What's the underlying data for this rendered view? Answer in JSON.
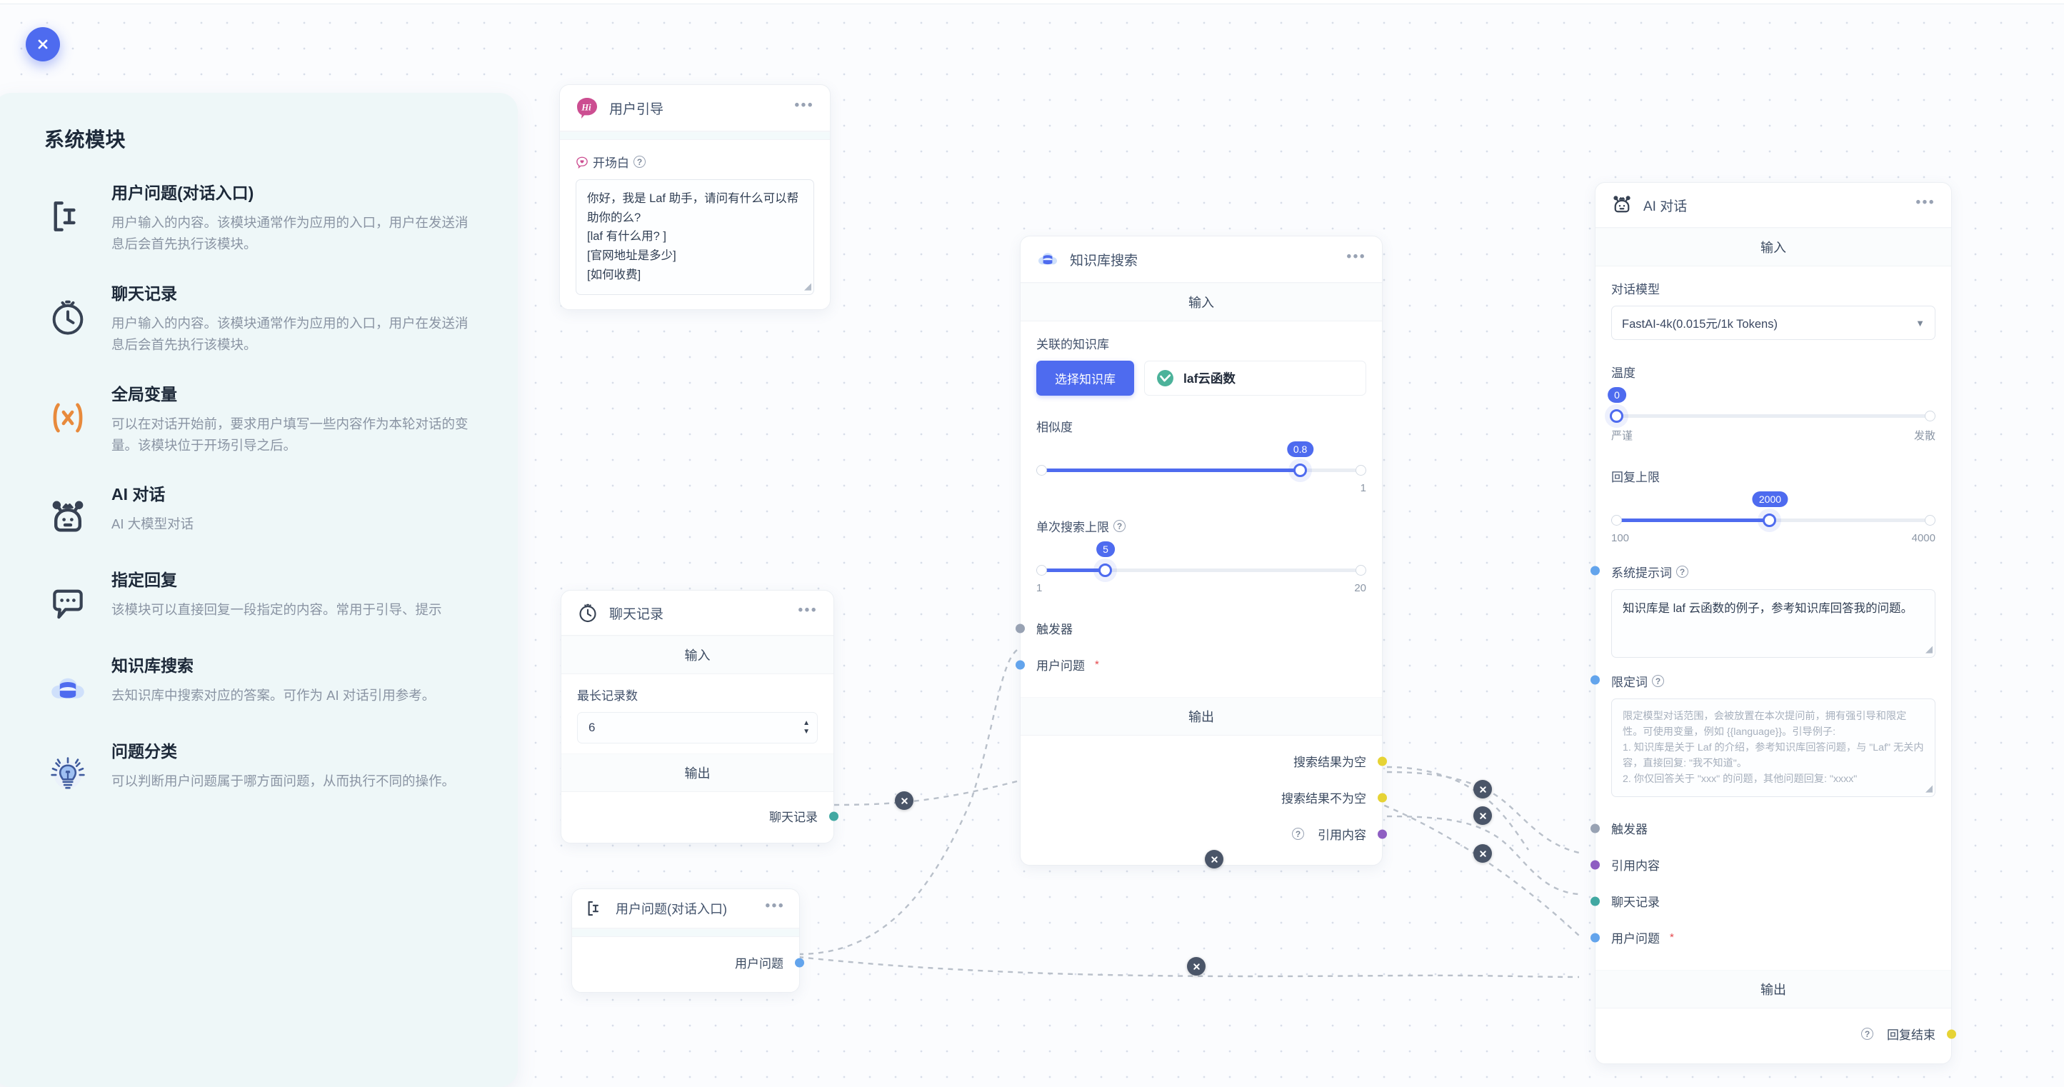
{
  "app": {
    "close_label": "×"
  },
  "sidebar": {
    "title": "系统模块",
    "items": [
      {
        "icon": "text-cursor-icon",
        "name": "用户问题(对话入口)",
        "desc": "用户输入的内容。该模块通常作为应用的入口，用户在发送消息后会首先执行该模块。"
      },
      {
        "icon": "history-clock-icon",
        "name": "聊天记录",
        "desc": "用户输入的内容。该模块通常作为应用的入口，用户在发送消息后会首先执行该模块。"
      },
      {
        "icon": "variable-x-icon",
        "name": "全局变量",
        "desc": "可以在对话开始前，要求用户填写一些内容作为本轮对话的变量。该模块位于开场引导之后。"
      },
      {
        "icon": "robot-head-icon",
        "name": "AI 对话",
        "desc": "AI 大模型对话"
      },
      {
        "icon": "chat-bubble-icon",
        "name": "指定回复",
        "desc": "该模块可以直接回复一段指定的内容。常用于引导、提示"
      },
      {
        "icon": "database-cloud-icon",
        "name": "知识库搜索",
        "desc": "去知识库中搜索对应的答案。可作为 AI 对话引用参考。"
      },
      {
        "icon": "lightbulb-icon",
        "name": "问题分类",
        "desc": "可以判断用户问题属于哪方面问题，从而执行不同的操作。"
      }
    ]
  },
  "nodes": {
    "guide": {
      "title": "用户引导",
      "icon": "hi-bubble-icon",
      "menu": "•••",
      "field_label": "开场白",
      "textarea_value": "你好，我是 Laf 助手，请问有什么可以帮助你的么?\n[laf 有什么用? ]\n[官网地址是多少]\n[如何收费]"
    },
    "chat_history": {
      "title": "聊天记录",
      "icon": "history-clock-icon",
      "menu": "•••",
      "input_band": "输入",
      "output_band": "输出",
      "max_records_label": "最长记录数",
      "max_records_value": "6",
      "output_port": "聊天记录"
    },
    "user_question": {
      "title": "用户问题(对话入口)",
      "icon": "text-cursor-icon",
      "menu": "•••",
      "output_port": "用户问题"
    },
    "kb_search": {
      "title": "知识库搜索",
      "icon": "database-cloud-icon",
      "menu": "•••",
      "input_band": "输入",
      "output_band": "输出",
      "linked_kb_label": "关联的知识库",
      "select_kb_button": "选择知识库",
      "kb_chip": "laf云函数",
      "similarity_label": "相似度",
      "similarity_value": "0.8",
      "similarity_min": "",
      "similarity_max": "1",
      "topk_label": "单次搜索上限",
      "topk_value": "5",
      "topk_min": "1",
      "topk_max": "20",
      "in_trigger": "触发器",
      "in_user_question": "用户问题",
      "out_empty": "搜索结果为空",
      "out_not_empty": "搜索结果不为空",
      "out_quote": "引用内容"
    },
    "ai_chat": {
      "title": "AI 对话",
      "icon": "robot-head-icon",
      "menu": "•••",
      "input_band": "输入",
      "output_band": "输出",
      "model_label": "对话模型",
      "model_value": "FastAI-4k(0.015元/1k Tokens)",
      "temperature_label": "温度",
      "temperature_value": "0",
      "temperature_min_label": "严谨",
      "temperature_max_label": "发散",
      "max_tokens_label": "回复上限",
      "max_tokens_value": "2000",
      "max_tokens_min": "100",
      "max_tokens_max": "4000",
      "system_prompt_label": "系统提示词",
      "system_prompt_value": "知识库是 laf 云函数的例子，参考知识库回答我的问题。",
      "limit_prompt_label": "限定词",
      "limit_prompt_placeholder": "限定模型对话范围，会被放置在本次提问前，拥有强引导和限定性。可使用变量，例如 {{language}}。引导例子:\n1. 知识库是关于 Laf 的介绍，参考知识库回答问题，与 \"Laf\" 无关内容，直接回复: \"我不知道\"。\n2. 你仅回答关于 \"xxx\" 的问题，其他问题回复: \"xxxx\"",
      "in_trigger": "触发器",
      "in_quote": "引用内容",
      "in_chat_history": "聊天记录",
      "in_user_question": "用户问题",
      "out_reply_end": "回复结束"
    }
  },
  "colors": {
    "accent": "#4e6bef",
    "canvas_bg": "#fbfcfe",
    "sidebar_bg": "#eef7f8",
    "port_gray": "#98a2b3",
    "port_blue": "#63a4ec",
    "port_yellow": "#e6d335",
    "port_purple": "#8e5ec2",
    "port_teal": "#41a8a2",
    "pink": "#cc4e91",
    "orange": "#e88a3c",
    "green": "#4cb29a"
  }
}
